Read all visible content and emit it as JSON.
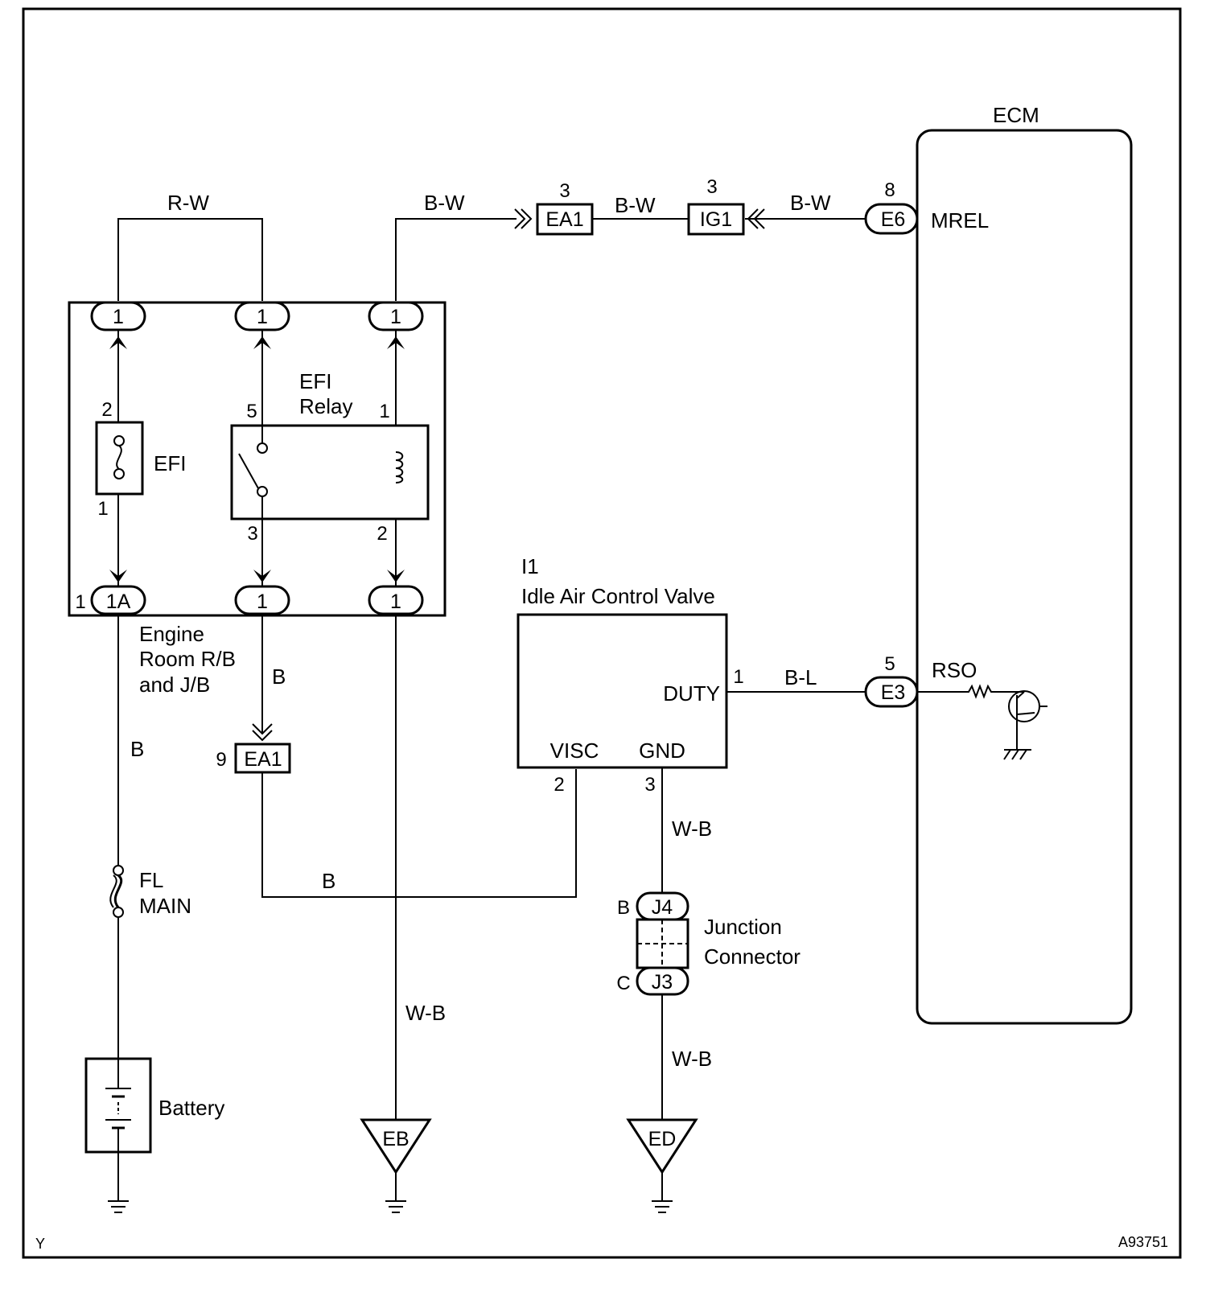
{
  "frame": {
    "corner_left": "Y",
    "corner_right": "A93751"
  },
  "ecm": {
    "title": "ECM",
    "term_mrel": "MREL",
    "term_rso": "RSO"
  },
  "relay_block": {
    "label_line1": "Engine",
    "label_line2": "Room R/B",
    "label_line3": "and J/B",
    "top_conn_1": "1",
    "top_conn_2": "1",
    "top_conn_3": "1",
    "bottom_conn_1": "1A",
    "bottom_conn_1_pin": "1",
    "bottom_conn_2": "1",
    "bottom_conn_3": "1"
  },
  "efi_fuse": {
    "label": "EFI",
    "pin_top": "2",
    "pin_bottom": "1"
  },
  "efi_relay": {
    "label_line1": "EFI",
    "label_line2": "Relay",
    "pin_5": "5",
    "pin_1": "1",
    "pin_3": "3",
    "pin_2": "2"
  },
  "wires": {
    "rw": "R-W",
    "bw_1": "B-W",
    "bw_2": "B-W",
    "bw_3": "B-W",
    "b_left": "B",
    "b_mid": "B",
    "b_bottom": "B",
    "wb_left": "W-B",
    "wb_top": "W-B",
    "wb_bottom": "W-B",
    "bl": "B-L"
  },
  "connectors": {
    "ea1_top": "EA1",
    "ea1_top_pin": "3",
    "ig1": "IG1",
    "ig1_pin": "3",
    "e6": "E6",
    "e6_pin": "8",
    "e3": "E3",
    "e3_pin": "5",
    "ea1_mid": "EA1",
    "ea1_mid_pin": "9",
    "j4": "J4",
    "j4_pin": "B",
    "j3": "J3",
    "j3_pin": "C"
  },
  "iacv": {
    "id": "I1",
    "name": "Idle Air Control Valve",
    "term_duty": "DUTY",
    "term_visc": "VISC",
    "term_gnd": "GND",
    "pin_duty": "1",
    "pin_visc": "2",
    "pin_gnd": "3"
  },
  "junction_connector": {
    "label_line1": "Junction",
    "label_line2": "Connector"
  },
  "fl_main": {
    "label_line1": "FL",
    "label_line2": "MAIN"
  },
  "battery": {
    "label": "Battery"
  },
  "grounds": {
    "eb": "EB",
    "ed": "ED"
  }
}
